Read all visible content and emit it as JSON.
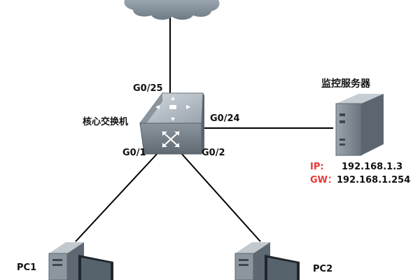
{
  "core_switch": {
    "label": "核心交换机",
    "ports": {
      "up": "G0/25",
      "right": "G0/24",
      "left_down": "G0/1",
      "right_down": "G0/2"
    }
  },
  "monitor_server": {
    "title": "监控服务器",
    "ip_key": "IP:",
    "ip_value": "192.168.1.3",
    "gw_key": "GW：",
    "gw_value": "192.168.1.254"
  },
  "pcs": [
    {
      "label": "PC1"
    },
    {
      "label": "PC2"
    }
  ],
  "colors": {
    "link": "#000000",
    "key_text": "#e53935",
    "switch_body": "#7f8a94",
    "switch_top": "#b9c2c9",
    "cloud": "#7a8791"
  },
  "icons": [
    "cloud-icon",
    "switch-icon",
    "server-icon",
    "pc-icon"
  ]
}
